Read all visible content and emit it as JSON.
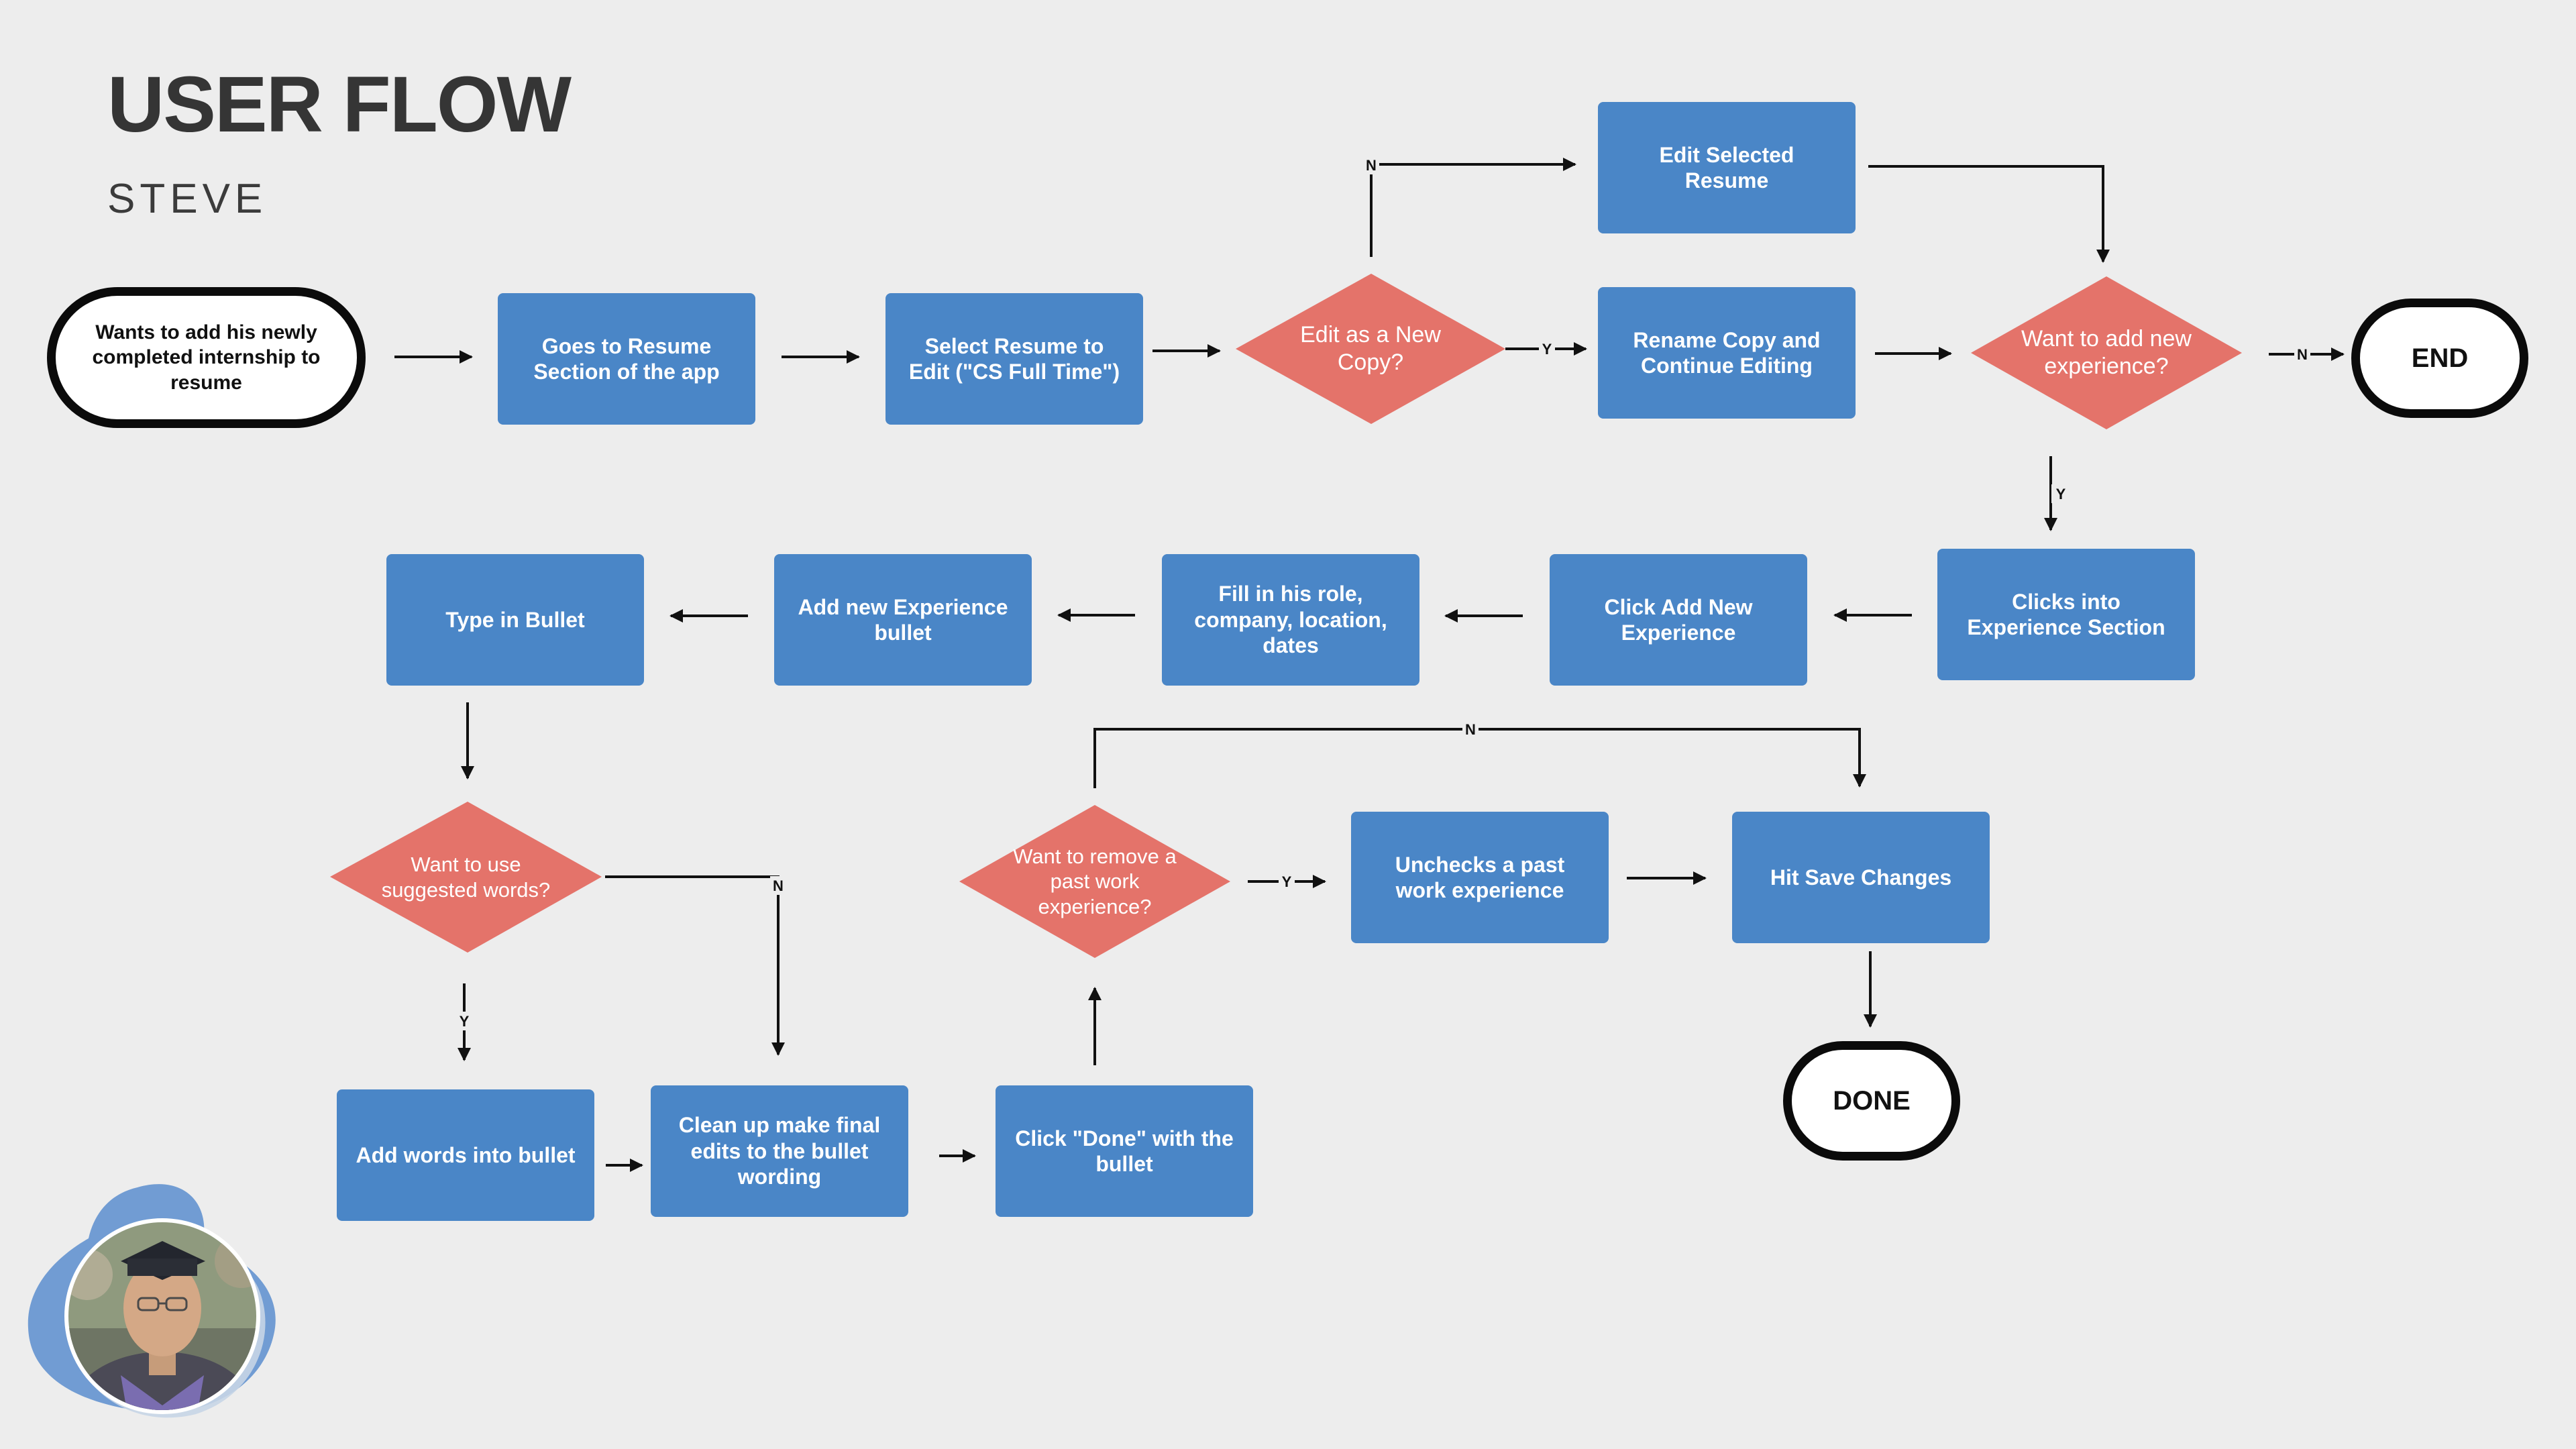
{
  "header": {
    "title": "USER FLOW",
    "persona": "STEVE"
  },
  "colors": {
    "background": "#ededed",
    "process": "#4a86c7",
    "decision": "#e4736a",
    "terminal_border": "#0b0b0b"
  },
  "nodes": {
    "start": "Wants to add his newly completed internship to resume",
    "goto_resume": "Goes to Resume Section of the app",
    "select_resume": "Select Resume to Edit (\"CS Full Time\")",
    "edit_as_new_copy": "Edit as a New Copy?",
    "edit_selected": "Edit Selected Resume",
    "rename_copy": "Rename Copy and Continue Editing",
    "want_add_experience": "Want to add new experience?",
    "end": "END",
    "clicks_experience_section": "Clicks into Experience Section",
    "click_add_experience": "Click Add New Experience",
    "fill_role": "Fill in his role, company, location, dates",
    "add_bullet": "Add new Experience bullet",
    "type_bullet": "Type in Bullet",
    "want_suggested": "Want to use suggested words?",
    "add_words": "Add words into bullet",
    "clean_up": "Clean up make final edits to the bullet wording",
    "click_done": "Click \"Done\" with the bullet",
    "want_remove": "Want to remove a past work experience?",
    "unchecks": "Unchecks a past work experience",
    "hit_save": "Hit Save Changes",
    "done": "DONE"
  },
  "edge_labels": {
    "yes": "Y",
    "no": "N"
  },
  "avatar": {
    "icon": "graduate-photo-avatar"
  }
}
